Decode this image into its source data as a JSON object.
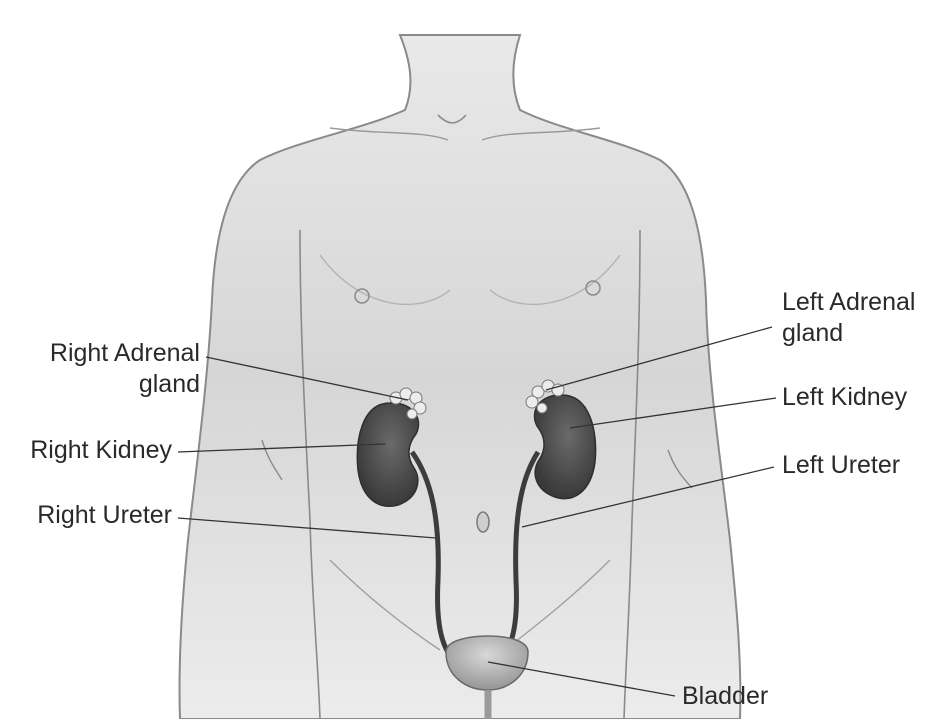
{
  "labels": {
    "right_adrenal_line1": "Right Adrenal",
    "right_adrenal_line2": "gland",
    "right_kidney": "Right Kidney",
    "right_ureter": "Right Ureter",
    "left_adrenal_line1": "Left Adrenal",
    "left_adrenal_line2": "gland",
    "left_kidney": "Left Kidney",
    "left_ureter": "Left Ureter",
    "bladder": "Bladder"
  },
  "colors": {
    "skin_light": "#eeeeee",
    "skin_shadow": "#bdbdbd",
    "outline": "#6e6e6e",
    "kidney": "#4a4a4a",
    "kidney_highlight": "#7a7a7a",
    "adrenal": "#e8e8e8",
    "ureter": "#3c3c3c",
    "bladder": "#b8b8b8",
    "leader": "#333333"
  }
}
